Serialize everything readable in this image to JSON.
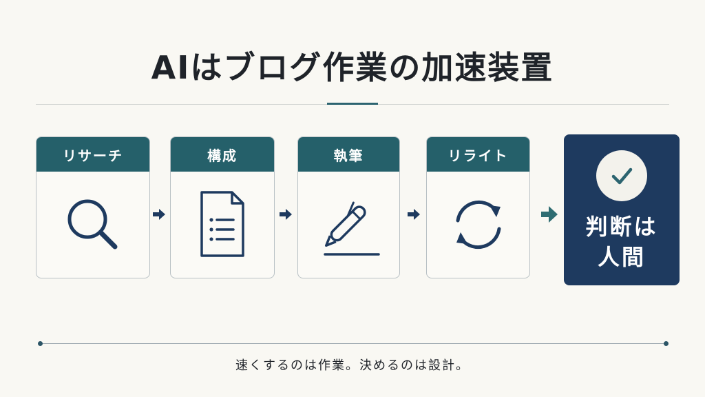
{
  "title": "AIはブログ作業の加速装置",
  "steps": [
    {
      "label": "リサーチ",
      "icon": "magnifier-icon"
    },
    {
      "label": "構成",
      "icon": "document-list-icon"
    },
    {
      "label": "執筆",
      "icon": "pen-icon"
    },
    {
      "label": "リライト",
      "icon": "refresh-cycle-icon"
    }
  ],
  "final": {
    "line1": "判断は",
    "line2": "人間",
    "icon": "checkmark-icon"
  },
  "tagline": "速くするのは作業。決めるのは設計。",
  "colors": {
    "background": "#f9f8f3",
    "header_teal": "#25606a",
    "navy": "#1e3a5f",
    "icon_stroke": "#1e3a5f",
    "arrow": "#1e3a5f",
    "final_arrow": "#2f6d72"
  }
}
